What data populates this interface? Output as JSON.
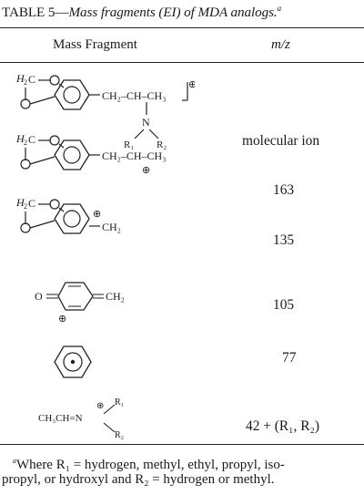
{
  "caption": {
    "prefix": "TABLE 5—",
    "title": "Mass fragments (EI) of MDA analogs.",
    "mark": "a"
  },
  "header": {
    "col_left": "Mass Fragment",
    "col_right": "m/z"
  },
  "rows": [
    {
      "value": "molecular ion",
      "labels": {
        "ring_sub1": "H",
        "ring_sub2": "2",
        "ring_sub3": "C",
        "chain": "CH₂–CH–CH₃",
        "n": "N",
        "r1": "R₁",
        "r2": "R₂",
        "charge": "⊕"
      }
    },
    {
      "value": "163",
      "labels": {
        "ring_sub1": "H",
        "ring_sub2": "2",
        "ring_sub3": "C",
        "chain": "CH₂–CH–CH₃",
        "charge": "⊕"
      }
    },
    {
      "value": "135",
      "labels": {
        "ring_sub1": "H",
        "ring_sub2": "2",
        "ring_sub3": "C",
        "chain": "CH₂",
        "charge": "⊕"
      }
    },
    {
      "value": "105",
      "labels": {
        "o": "O",
        "ch2": "CH₂",
        "charge": "⊕"
      }
    },
    {
      "value": "77",
      "labels": {}
    },
    {
      "value": "42 + (R₁, R₂)",
      "labels": {
        "formula": "CH₃CH=N",
        "r1": "R₁",
        "r2": "R₂",
        "charge": "⊕"
      }
    }
  ],
  "footnote": {
    "mark": "a",
    "line1": "Where R₁ = hydrogen, methyl, ethyl, propyl, iso-",
    "line2": "propyl, or hydroxyl and R₂ = hydrogen or methyl."
  }
}
